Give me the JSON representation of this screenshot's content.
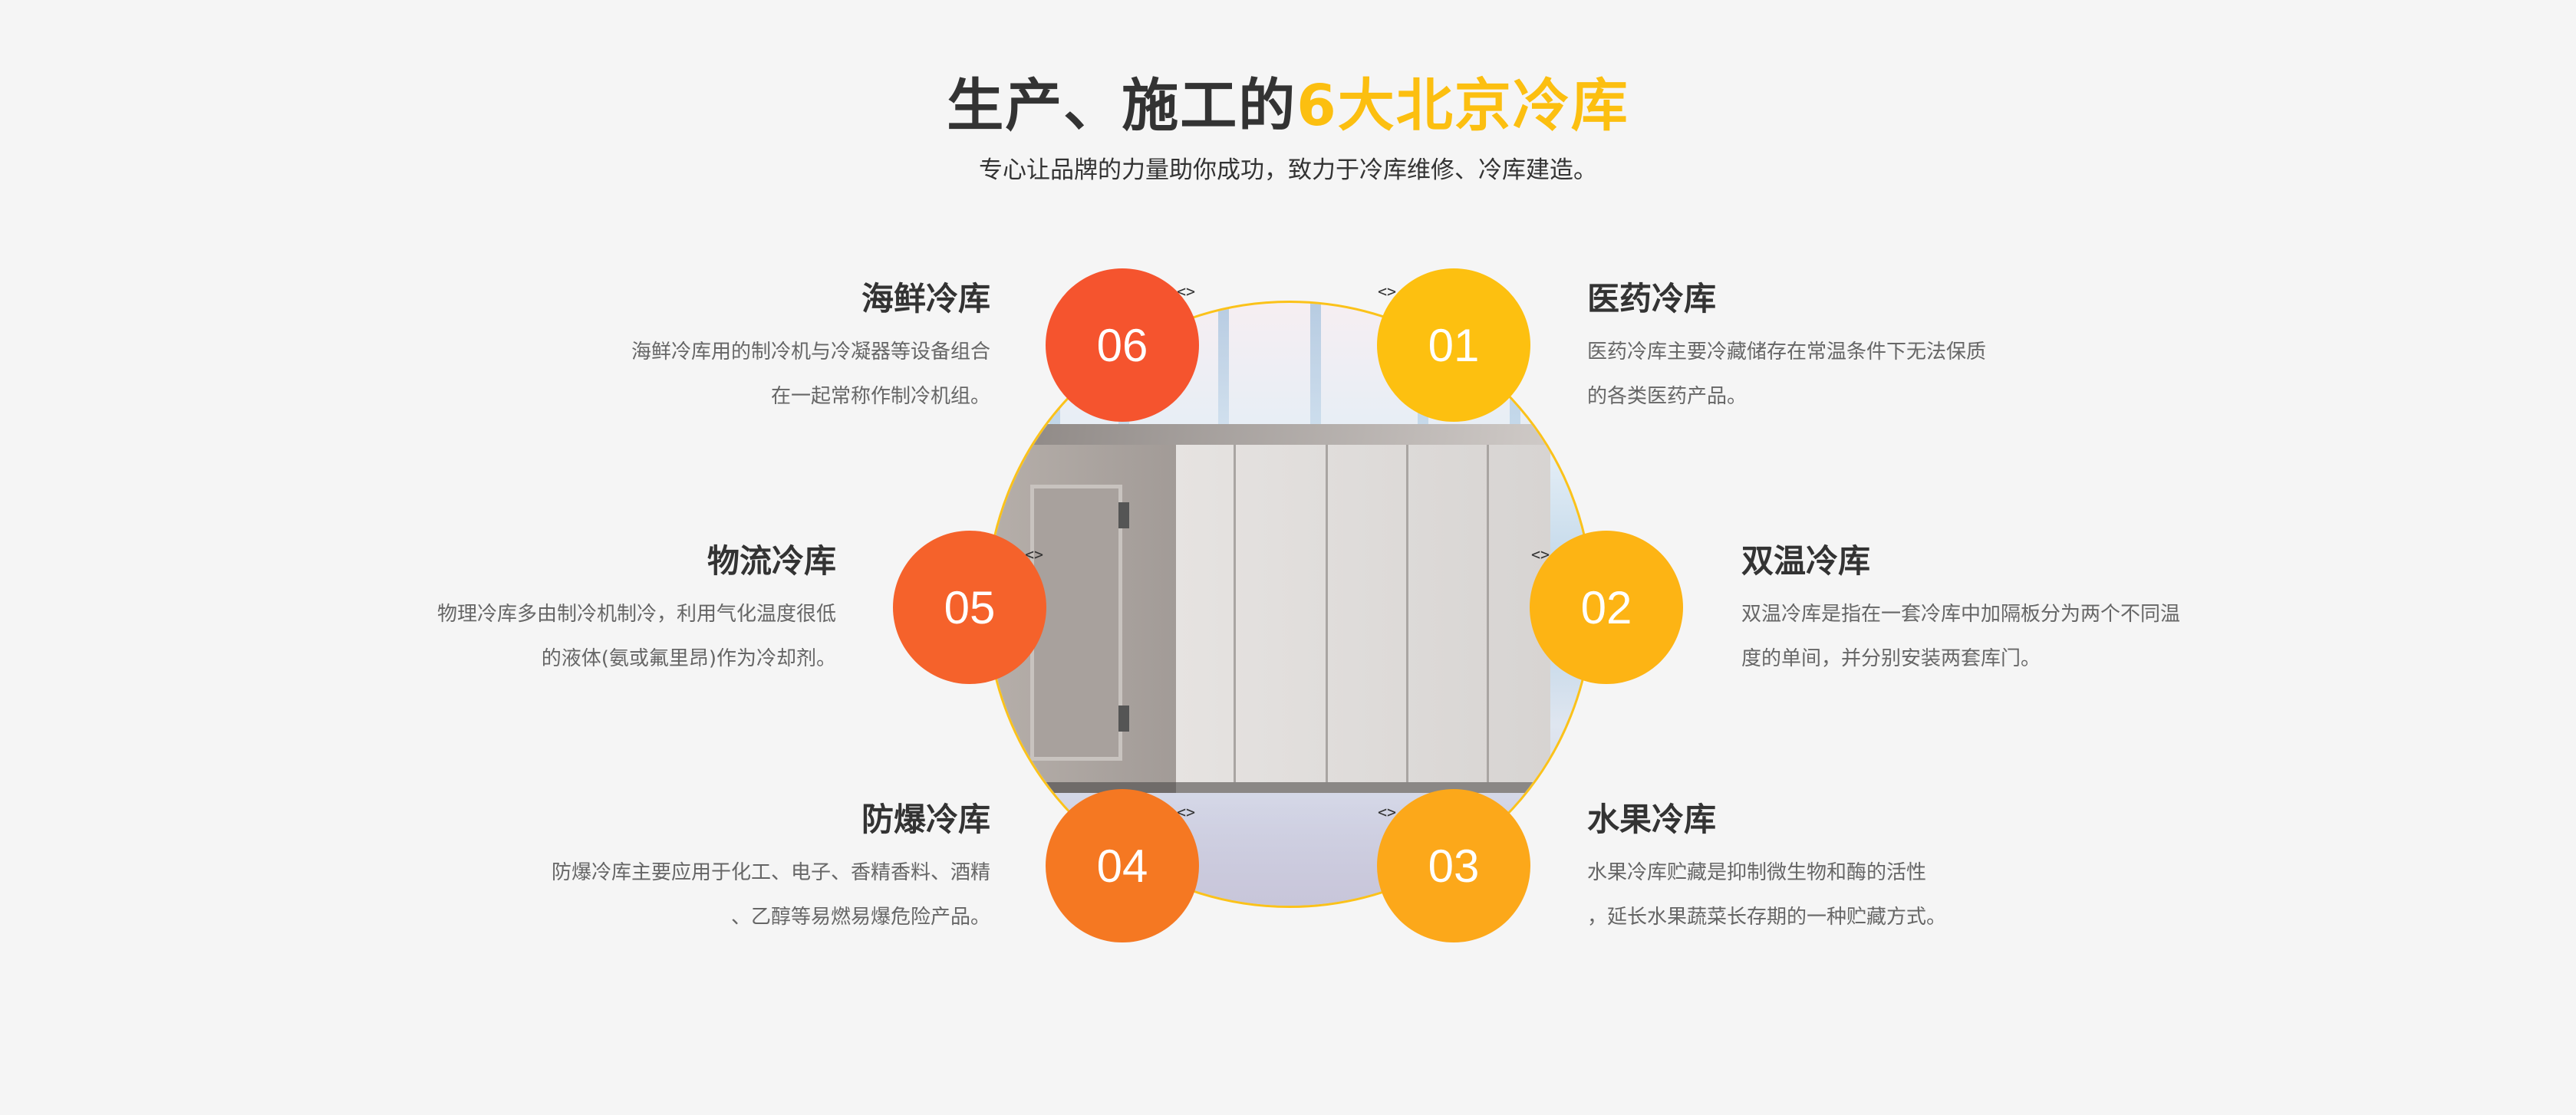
{
  "header": {
    "title_dark": "生产、施工的",
    "title_highlight": "6大北京冷库",
    "subtitle": "专心让品牌的力量助你成功，致力于冷库维修、冷库建造。"
  },
  "colors": {
    "accent": "#fcbf10",
    "c06": "#f5542e",
    "c05": "#f5622b",
    "c04": "#f57822",
    "c01": "#fdc010",
    "c02": "#fdb414",
    "c03": "#fca81a"
  },
  "broken_image_marker": "<>",
  "items": [
    {
      "number": "01",
      "title": "医药冷库",
      "lines": [
        "医药冷库主要冷藏储存在常温条件下无法保质",
        "的各类医药产品。"
      ]
    },
    {
      "number": "02",
      "title": "双温冷库",
      "lines": [
        "双温冷库是指在一套冷库中加隔板分为两个不同温",
        "度的单间，并分别安装两套库门。"
      ]
    },
    {
      "number": "03",
      "title": "水果冷库",
      "lines": [
        "水果冷库贮藏是抑制微生物和酶的活性",
        "，延长水果蔬菜长存期的一种贮藏方式。"
      ]
    },
    {
      "number": "04",
      "title": "防爆冷库",
      "lines": [
        "防爆冷库主要应用于化工、电子、香精香料、酒精",
        "、乙醇等易燃易爆危险产品。"
      ]
    },
    {
      "number": "05",
      "title": "物流冷库",
      "lines": [
        "物理冷库多由制冷机制冷，利用气化温度很低",
        "的液体(氨或氟里昂)作为冷却剂。"
      ]
    },
    {
      "number": "06",
      "title": "海鲜冷库",
      "lines": [
        "海鲜冷库用的制冷机与冷凝器等设备组合",
        "在一起常称作制冷机组。"
      ]
    }
  ]
}
